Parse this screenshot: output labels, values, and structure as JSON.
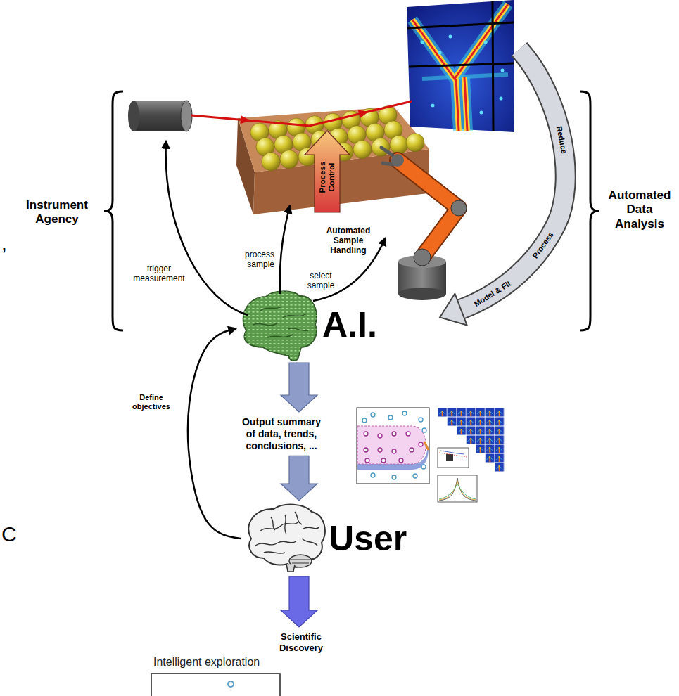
{
  "diagram": {
    "nodes": [
      {
        "text": [
          "A.I."
        ]
      },
      {
        "text": [
          "Output summary of data, trends, conclusions, ..."
        ]
      },
      {
        "text": [
          "User"
        ]
      },
      {
        "text": [
          "Scientific Discovery"
        ]
      }
    ],
    "edges": [
      {
        "from": 0,
        "to": 1,
        "arrow": "to"
      },
      {
        "from": 1,
        "to": 2,
        "arrow": "to"
      },
      {
        "from": 2,
        "to": 3,
        "arrow": "to"
      },
      {
        "from": 2,
        "to": 0,
        "label": "Define objectives",
        "arrow": "to"
      }
    ],
    "labels": [
      "Reduce",
      "Process Control",
      "Instrument Agency",
      "Automated Data Analysis",
      ",",
      "Automated Sample Handling",
      "Process",
      "trigger measurement",
      "process sample",
      "select sample",
      "Model & Fit",
      "C",
      "Intelligent exploration"
    ]
  }
}
